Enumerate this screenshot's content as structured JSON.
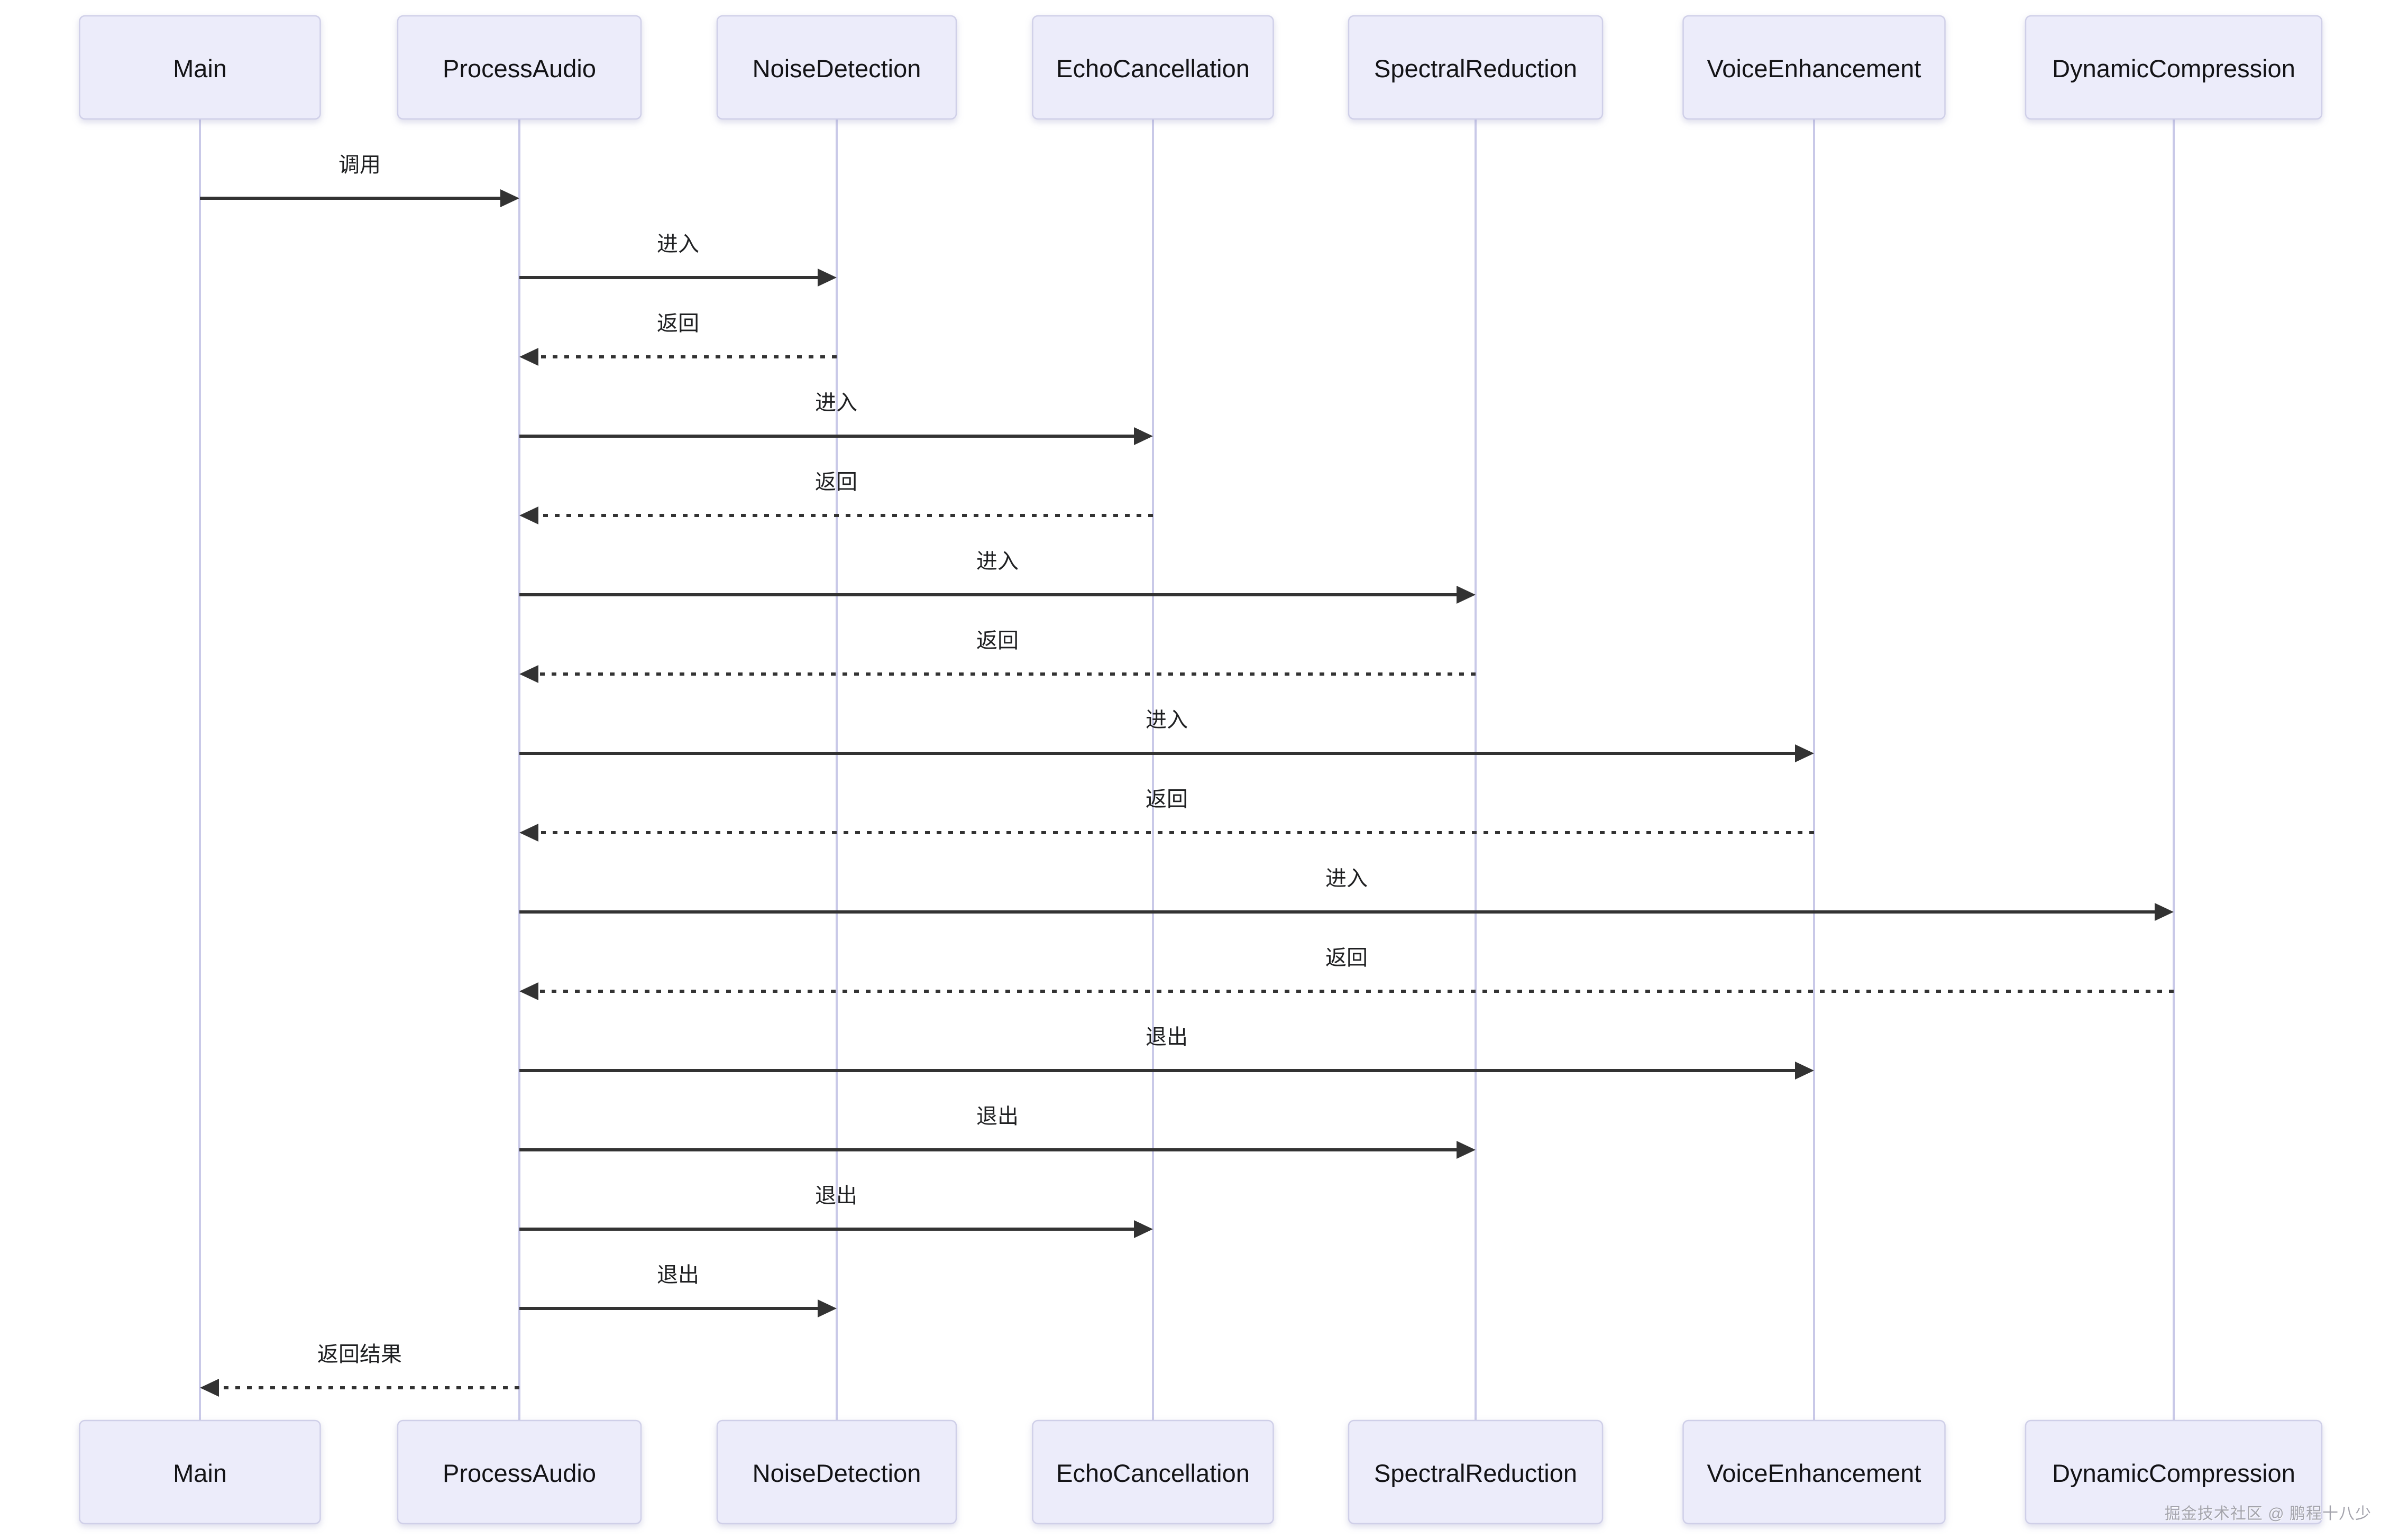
{
  "diagram": {
    "type": "sequence-diagram",
    "participants": [
      {
        "name": "Main"
      },
      {
        "name": "ProcessAudio"
      },
      {
        "name": "NoiseDetection"
      },
      {
        "name": "EchoCancellation"
      },
      {
        "name": "SpectralReduction"
      },
      {
        "name": "VoiceEnhancement"
      },
      {
        "name": "DynamicCompression"
      }
    ],
    "messages": [
      {
        "from": "Main",
        "to": "ProcessAudio",
        "label": "调用",
        "line": "solid"
      },
      {
        "from": "ProcessAudio",
        "to": "NoiseDetection",
        "label": "进入",
        "line": "solid"
      },
      {
        "from": "NoiseDetection",
        "to": "ProcessAudio",
        "label": "返回",
        "line": "dashed"
      },
      {
        "from": "ProcessAudio",
        "to": "EchoCancellation",
        "label": "进入",
        "line": "solid"
      },
      {
        "from": "EchoCancellation",
        "to": "ProcessAudio",
        "label": "返回",
        "line": "dashed"
      },
      {
        "from": "ProcessAudio",
        "to": "SpectralReduction",
        "label": "进入",
        "line": "solid"
      },
      {
        "from": "SpectralReduction",
        "to": "ProcessAudio",
        "label": "返回",
        "line": "dashed"
      },
      {
        "from": "ProcessAudio",
        "to": "VoiceEnhancement",
        "label": "进入",
        "line": "solid"
      },
      {
        "from": "VoiceEnhancement",
        "to": "ProcessAudio",
        "label": "返回",
        "line": "dashed"
      },
      {
        "from": "ProcessAudio",
        "to": "DynamicCompression",
        "label": "进入",
        "line": "solid"
      },
      {
        "from": "DynamicCompression",
        "to": "ProcessAudio",
        "label": "返回",
        "line": "dashed"
      },
      {
        "from": "ProcessAudio",
        "to": "VoiceEnhancement",
        "label": "退出",
        "line": "solid"
      },
      {
        "from": "ProcessAudio",
        "to": "SpectralReduction",
        "label": "退出",
        "line": "solid"
      },
      {
        "from": "ProcessAudio",
        "to": "EchoCancellation",
        "label": "退出",
        "line": "solid"
      },
      {
        "from": "ProcessAudio",
        "to": "NoiseDetection",
        "label": "退出",
        "line": "solid"
      },
      {
        "from": "ProcessAudio",
        "to": "Main",
        "label": "返回结果",
        "line": "dashed"
      }
    ],
    "colors": {
      "actor_fill": "#ececfa",
      "actor_border": "#cfcfe8",
      "lifeline": "#c9c9e8",
      "arrow": "#333333",
      "actor_text": "#131316",
      "label_text": "#1f2022"
    }
  },
  "watermark": {
    "text": "掘金技术社区 @ 鹏程十八少"
  }
}
